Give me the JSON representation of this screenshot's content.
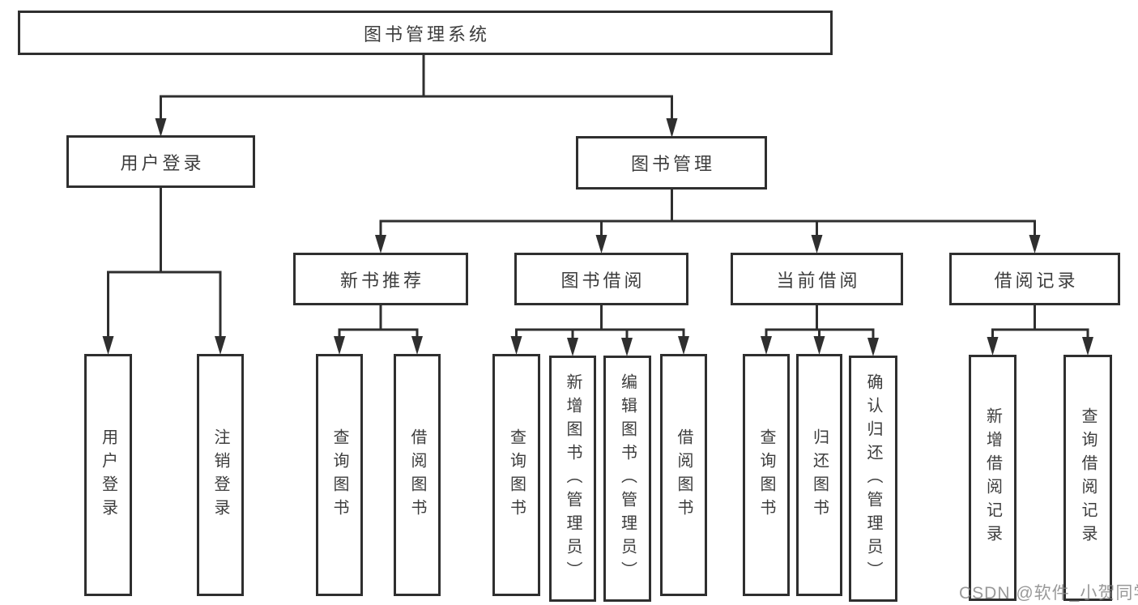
{
  "diagram": {
    "type": "hierarchy-tree",
    "colors": {
      "line": "#2f2f2f",
      "box_border": "#2f2f2f",
      "text": "#3d3d3d",
      "background": "#ffffff",
      "watermark": "#828282"
    },
    "tree": {
      "label": "图书管理系统",
      "children": [
        {
          "label": "用户登录",
          "children": [
            {
              "label": "用户登录"
            },
            {
              "label": "注销登录"
            }
          ]
        },
        {
          "label": "图书管理",
          "children": [
            {
              "label": "新书推荐",
              "children": [
                {
                  "label": "查询图书"
                },
                {
                  "label": "借阅图书"
                }
              ]
            },
            {
              "label": "图书借阅",
              "children": [
                {
                  "label": "查询图书"
                },
                {
                  "label": "新增图书（管理员）"
                },
                {
                  "label": "编辑图书（管理员）"
                },
                {
                  "label": "借阅图书"
                }
              ]
            },
            {
              "label": "当前借阅",
              "children": [
                {
                  "label": "查询图书"
                },
                {
                  "label": "归还图书"
                },
                {
                  "label": "确认归还（管理员）"
                }
              ]
            },
            {
              "label": "借阅记录",
              "children": [
                {
                  "label": "新增借阅记录"
                },
                {
                  "label": "查询借阅记录"
                }
              ]
            }
          ]
        }
      ]
    },
    "watermark": "CSDN @软件_小贺同学"
  }
}
